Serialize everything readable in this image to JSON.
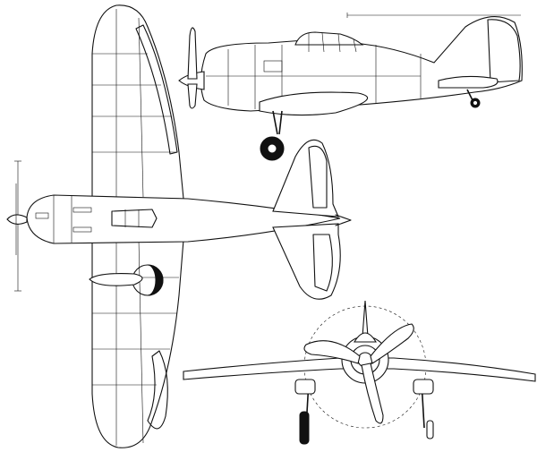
{
  "drawing": {
    "views": [
      "top-view",
      "side-view",
      "front-view"
    ],
    "line_color": "#111111",
    "background": "#ffffff"
  }
}
